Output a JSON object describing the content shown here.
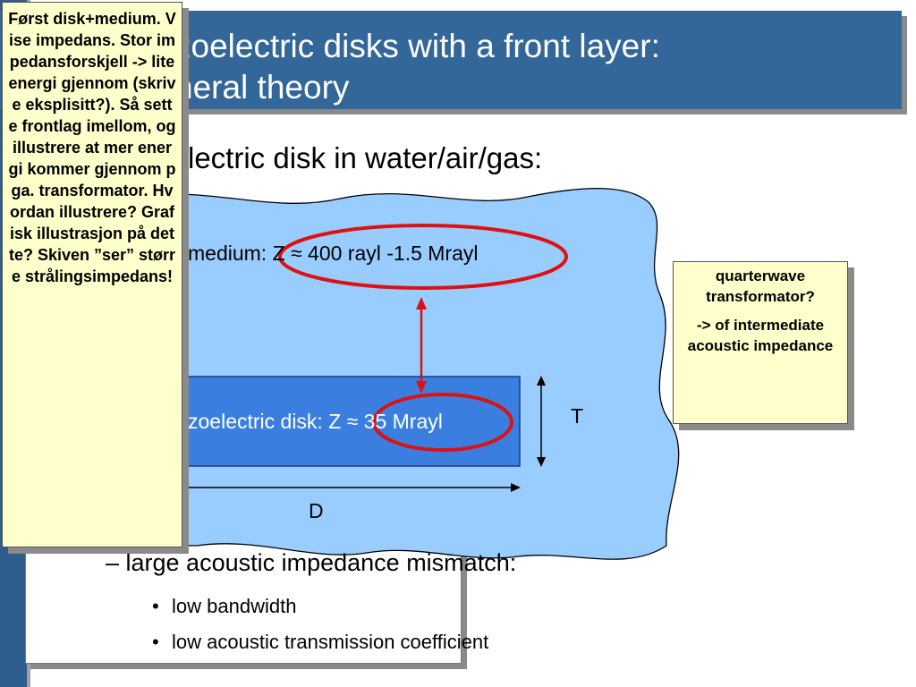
{
  "slide": {
    "title_line1": "zoelectric disks with a front layer:",
    "title_line2": "neral theory",
    "heading": "lectric disk in water/air/gas:",
    "medium_label": "medium: Z ≈ 400 rayl -1.5 Mrayl",
    "disk_label": "zoelectric disk: Z ≈ 35 Mrayl",
    "thickness_label": "T",
    "diameter_label": "D",
    "bullet_main": "– large acoustic impedance mismatch:",
    "sub_bullets": [
      "low bandwidth",
      "low acoustic transmission coefficient"
    ],
    "bullet_symbol": "•"
  },
  "notes": {
    "left": "Først disk+medium. Vise impedans. Stor impedansforskjell -> lite energi gjennom (skrive eksplisitt?). Så sette frontlag imellom, og illustrere at mer energi kommer gjennom pga. transformator. Hvordan illustrere? Grafisk illustrasjon på dette? Skiven ”ser” større strålingsimpedans!",
    "right_line1": "quarterwave transformator?",
    "right_line2": "-> of intermediate acoustic impedance"
  },
  "colors": {
    "title_bg": "#336699",
    "medium_fill": "#99ccff",
    "disk_fill": "#3a7fe0",
    "highlight_ellipse": "#dd1111",
    "note_bg": "#ffffcc"
  }
}
